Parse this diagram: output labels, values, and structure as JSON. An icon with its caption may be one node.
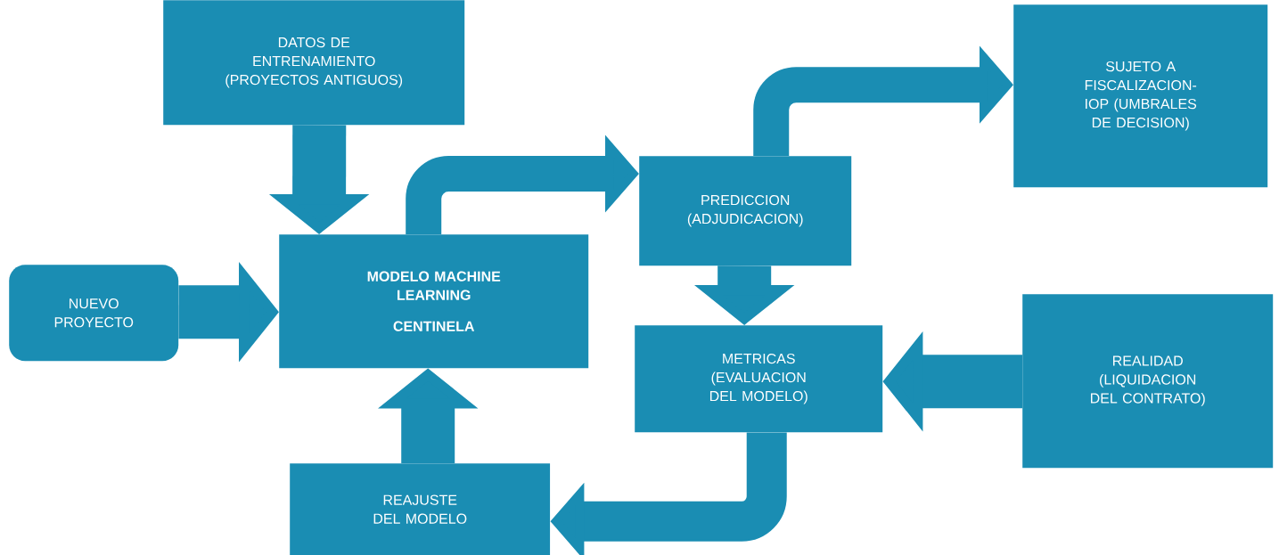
{
  "diagram": {
    "nodes": [
      {
        "text": [
          "DATOS DE ENTRENAMIENTO (PROYECTOS ANTIGUOS)"
        ]
      },
      {
        "text": [
          "NUEVO PROYECTO"
        ]
      },
      {
        "text": [
          "MODELO MACHINE LEARNING",
          "CENTINELA"
        ]
      },
      {
        "text": [
          "PREDICCION (ADJUDICACION)"
        ]
      },
      {
        "text": [
          "SUJETO A FISCALIZACION-IOP (UMBRALES DE DECISION)"
        ]
      },
      {
        "text": [
          "METRICAS (EVALUACION DEL MODELO)"
        ]
      },
      {
        "text": [
          "REALIDAD (LIQUIDACION DEL CONTRATO)"
        ]
      },
      {
        "text": [
          "REAJUSTE DEL MODELO"
        ]
      }
    ],
    "edges": [
      {
        "from": 0,
        "to": 2,
        "arrow": "to"
      },
      {
        "from": 1,
        "to": 2,
        "arrow": "to"
      },
      {
        "from": 2,
        "to": 3,
        "arrow": "to"
      },
      {
        "from": 3,
        "to": 4,
        "arrow": "to"
      },
      {
        "from": 3,
        "to": 5,
        "arrow": "to"
      },
      {
        "from": 6,
        "to": 5,
        "arrow": "to"
      },
      {
        "from": 5,
        "to": 7,
        "arrow": "to"
      },
      {
        "from": 7,
        "to": 2,
        "arrow": "to"
      }
    ]
  }
}
